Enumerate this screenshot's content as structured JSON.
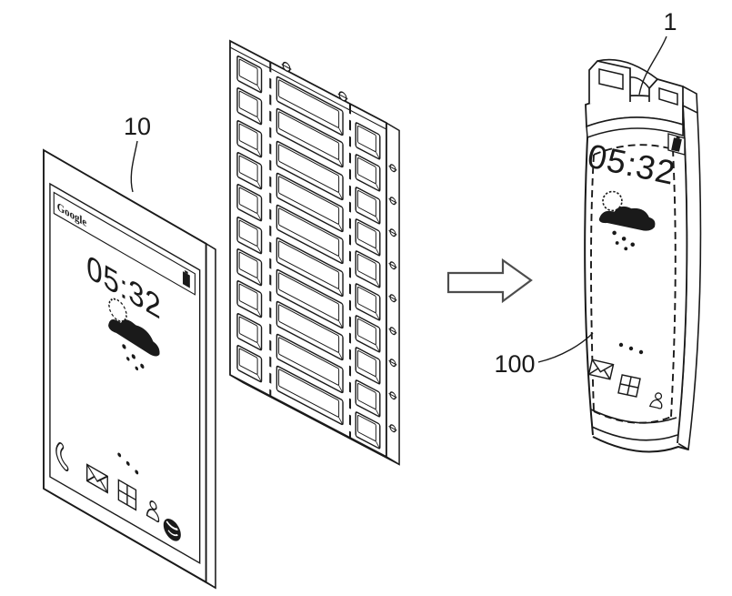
{
  "title": "Rollable display device figure",
  "colors": {
    "background": "#ffffff",
    "line": "#1a1a1a",
    "arrow": "#4d4d4d"
  },
  "labels": {
    "flat_device": "10",
    "rolled_device": "1",
    "flexible_display": "100"
  },
  "flat_device": {
    "search_logo": "Google",
    "time": "05:32",
    "status_icons": [
      "battery-icon"
    ],
    "weather_icon": "sun-cloud-rain-icon",
    "page_dots": 3,
    "dock_icons": [
      "phone-icon",
      "mail-icon",
      "apps-grid-icon",
      "contacts-icon",
      "browser-globe-icon"
    ]
  },
  "segmented_panel": {
    "columns": 3,
    "rows_per_column": 10,
    "fold_lines": 2,
    "top_hinge_pins": 2,
    "side_hinge_pins": 9
  },
  "rolled_device": {
    "time": "05:32",
    "status_icons": [
      "battery-icon"
    ],
    "weather_icon": "sun-cloud-rain-icon",
    "page_dots": 3,
    "dock_icons": [
      "mail-icon",
      "apps-grid-icon",
      "contacts-icon"
    ]
  }
}
